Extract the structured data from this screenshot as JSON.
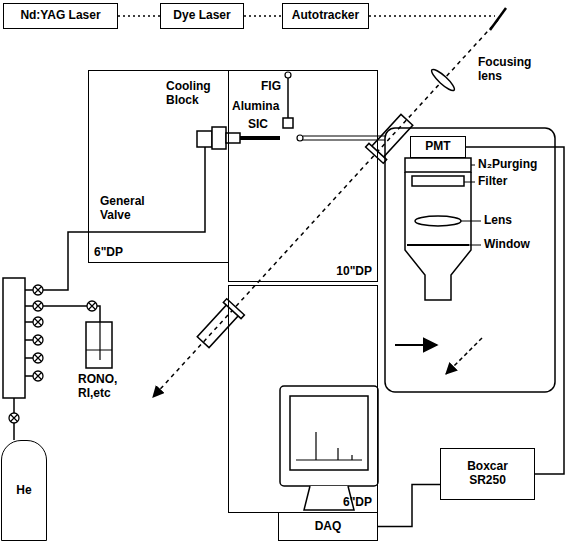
{
  "diagram": {
    "nodes": [
      {
        "text": [
          "Nd:YAG Laser"
        ]
      },
      {
        "text": [
          "Dye Laser"
        ]
      },
      {
        "text": [
          "Autotracker"
        ]
      },
      {
        "text": [
          "6\"DP"
        ]
      },
      {
        "text": [
          "10\"DP"
        ]
      },
      {
        "text": [
          "6\"DP"
        ]
      },
      {
        "text": [
          "PMT"
        ]
      },
      {
        "text": [
          "He"
        ]
      },
      {
        "text": [
          "Boxcar SR250"
        ]
      },
      {
        "text": [
          "DAQ"
        ]
      }
    ],
    "edges": [
      {
        "from": 0,
        "to": 1,
        "arrow": "none"
      },
      {
        "from": 1,
        "to": 2,
        "arrow": "none"
      },
      {
        "from": 6,
        "to": 8,
        "arrow": "none"
      },
      {
        "from": 8,
        "to": 9,
        "arrow": "none"
      }
    ],
    "labels": [
      "Focusing lens",
      "Cooling Block",
      "Alumina",
      "SIC",
      "FIG",
      "General Valve",
      "N₂Purging",
      "Filter",
      "Lens",
      "Window",
      "RONO, RI,etc"
    ]
  }
}
